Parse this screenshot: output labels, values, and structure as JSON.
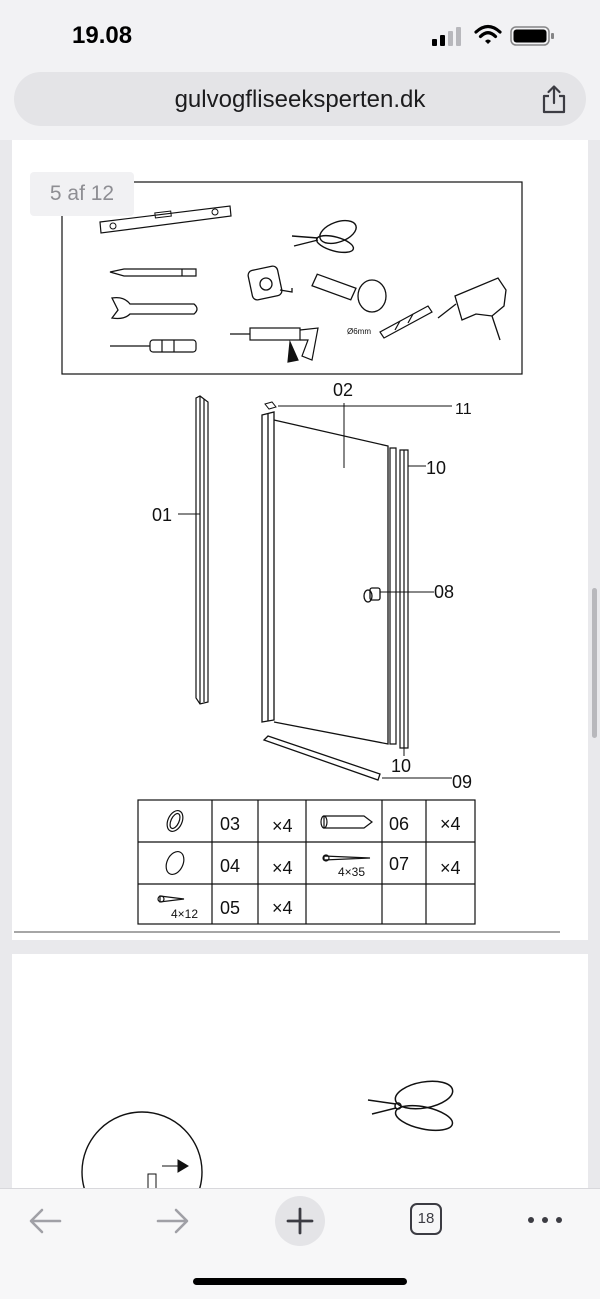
{
  "status": {
    "time": "19.08"
  },
  "browser": {
    "url": "gulvogfliseeksperten.dk",
    "tab_count": "18"
  },
  "viewer": {
    "page_indicator": "5 af 12"
  },
  "diagram": {
    "tools": {
      "drill_bit_label": "Ø6mm"
    },
    "parts": [
      "01",
      "02",
      "11",
      "10",
      "08",
      "10",
      "09"
    ],
    "table": [
      [
        "03",
        "×4",
        "06",
        "×4"
      ],
      [
        "04",
        "×4",
        "07",
        "×4"
      ],
      [
        "05",
        "×4",
        "",
        ""
      ]
    ],
    "screw_sizes": [
      "4×35",
      "4×12"
    ]
  }
}
